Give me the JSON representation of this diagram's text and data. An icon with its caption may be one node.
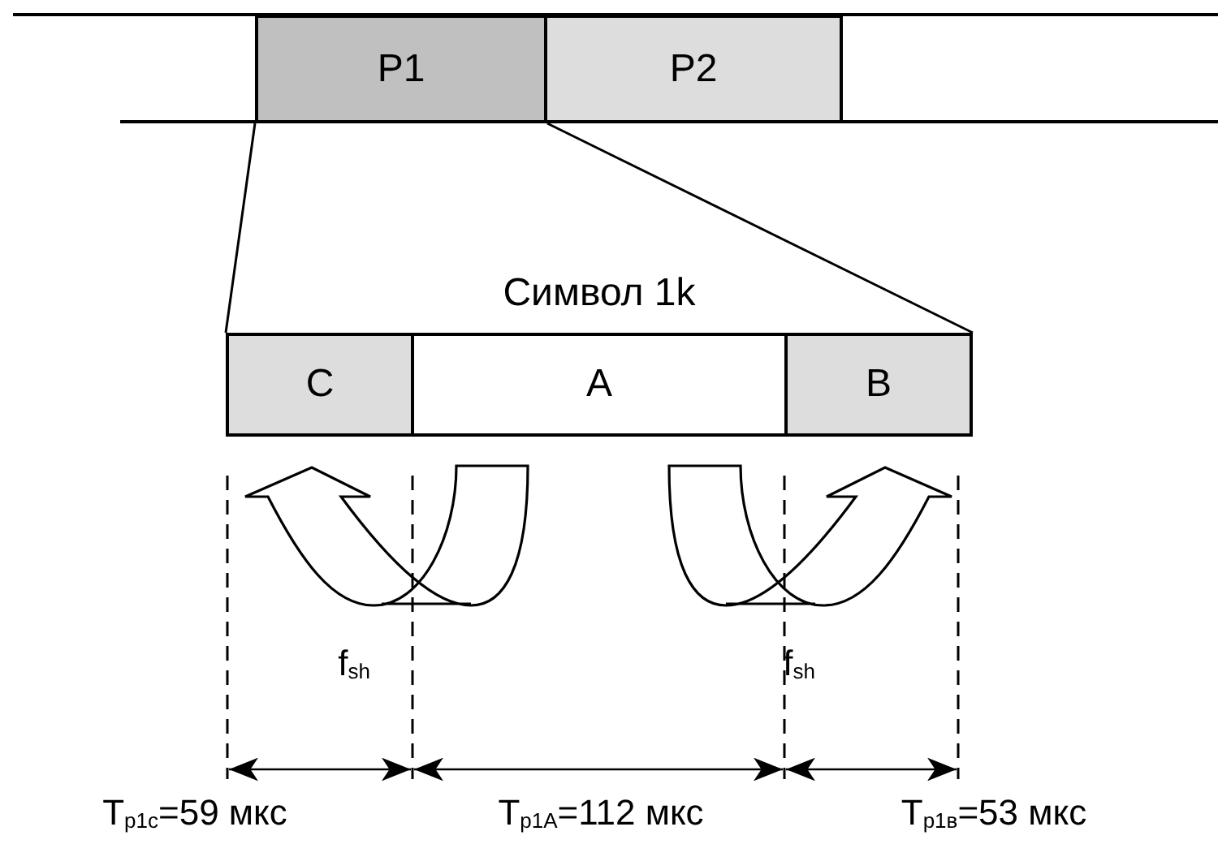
{
  "diagram": {
    "nodes": [
      {
        "text": [
          "P1"
        ]
      },
      {
        "text": [
          "P2"
        ]
      },
      {
        "text": [
          "Символ 1k"
        ]
      },
      {
        "text": [
          "C"
        ],
        "in": 2
      },
      {
        "text": [
          "A"
        ],
        "in": 2
      },
      {
        "text": [
          "B"
        ],
        "in": 2
      }
    ],
    "edges": [
      {
        "from": 0,
        "to": 2,
        "arrow": "none"
      },
      {
        "from": 0,
        "to": 2,
        "arrow": "none"
      }
    ],
    "labels": [
      "f$_{sh}$",
      "f$_{sh}$",
      "T$_{p1c}$=59 мкс",
      "T$_{p1A}$=112 мкс",
      "T$_{p1в}$=53 мкс"
    ]
  }
}
